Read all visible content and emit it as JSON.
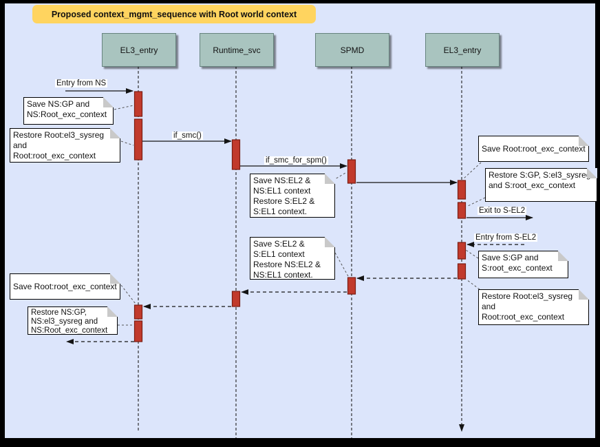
{
  "title": "Proposed context_mgmt_sequence with Root world context",
  "actors": [
    {
      "label": "EL3_entry"
    },
    {
      "label": "Runtime_svc"
    },
    {
      "label": "SPMD"
    },
    {
      "label": "EL3_entry"
    }
  ],
  "messages": [
    {
      "label": "Entry from NS",
      "from": "external",
      "to": "EL3_entry (left)",
      "type": "solid"
    },
    {
      "label": "if_smc()",
      "from": "EL3_entry (left)",
      "to": "Runtime_svc",
      "type": "solid"
    },
    {
      "label": "if_smc_for_spm()",
      "from": "Runtime_svc",
      "to": "SPMD",
      "type": "solid"
    },
    {
      "label": "",
      "from": "SPMD",
      "to": "EL3_entry (right)",
      "type": "solid"
    },
    {
      "label": "Exit to S-EL2",
      "from": "EL3_entry (right)",
      "to": "external",
      "type": "solid"
    },
    {
      "label": "Entry from S-EL2",
      "from": "external",
      "to": "EL3_entry (right)",
      "type": "dashed"
    },
    {
      "label": "",
      "from": "EL3_entry (right)",
      "to": "SPMD",
      "type": "dashed-return"
    },
    {
      "label": "",
      "from": "SPMD",
      "to": "Runtime_svc",
      "type": "dashed-return"
    },
    {
      "label": "",
      "from": "Runtime_svc",
      "to": "EL3_entry (left)",
      "type": "dashed-return"
    },
    {
      "label": "",
      "from": "EL3_entry (left)",
      "to": "external",
      "type": "dashed-return"
    }
  ],
  "notes": [
    {
      "text": "Save NS:GP and\nNS:Root_exc_context"
    },
    {
      "text": "Restore Root:el3_sysreg\nand\nRoot:root_exc_context"
    },
    {
      "text": "Save NS:EL2 &\nNS:EL1 context\nRestore S:EL2 &\nS:EL1 context."
    },
    {
      "text": "Save Root:root_exc_context"
    },
    {
      "text": "Restore S:GP, S:el3_sysreg\nand S:root_exc_context"
    },
    {
      "text": "Save S:GP and\nS:root_exc_context"
    },
    {
      "text": "Restore Root:el3_sysreg\nand\nRoot:root_exc_context"
    },
    {
      "text": "Save S:EL2 &\nS:EL1 context\nRestore NS:EL2 &\nNS:EL1 context."
    },
    {
      "text": "Save Root:root_exc_context"
    },
    {
      "text": "Restore NS:GP,\nNS:el3_sysreg and\nNS:Root_exc_context"
    }
  ],
  "colors": {
    "frame": "#000000",
    "canvas_bg": "#dce5fb",
    "title_bg": "#ffd45f",
    "actor_fill": "#a9c4bf",
    "actor_stroke": "#66837e",
    "activation_fill": "#c13a2c",
    "activation_stroke": "#7a1d12",
    "note_fill": "#ffffff"
  }
}
